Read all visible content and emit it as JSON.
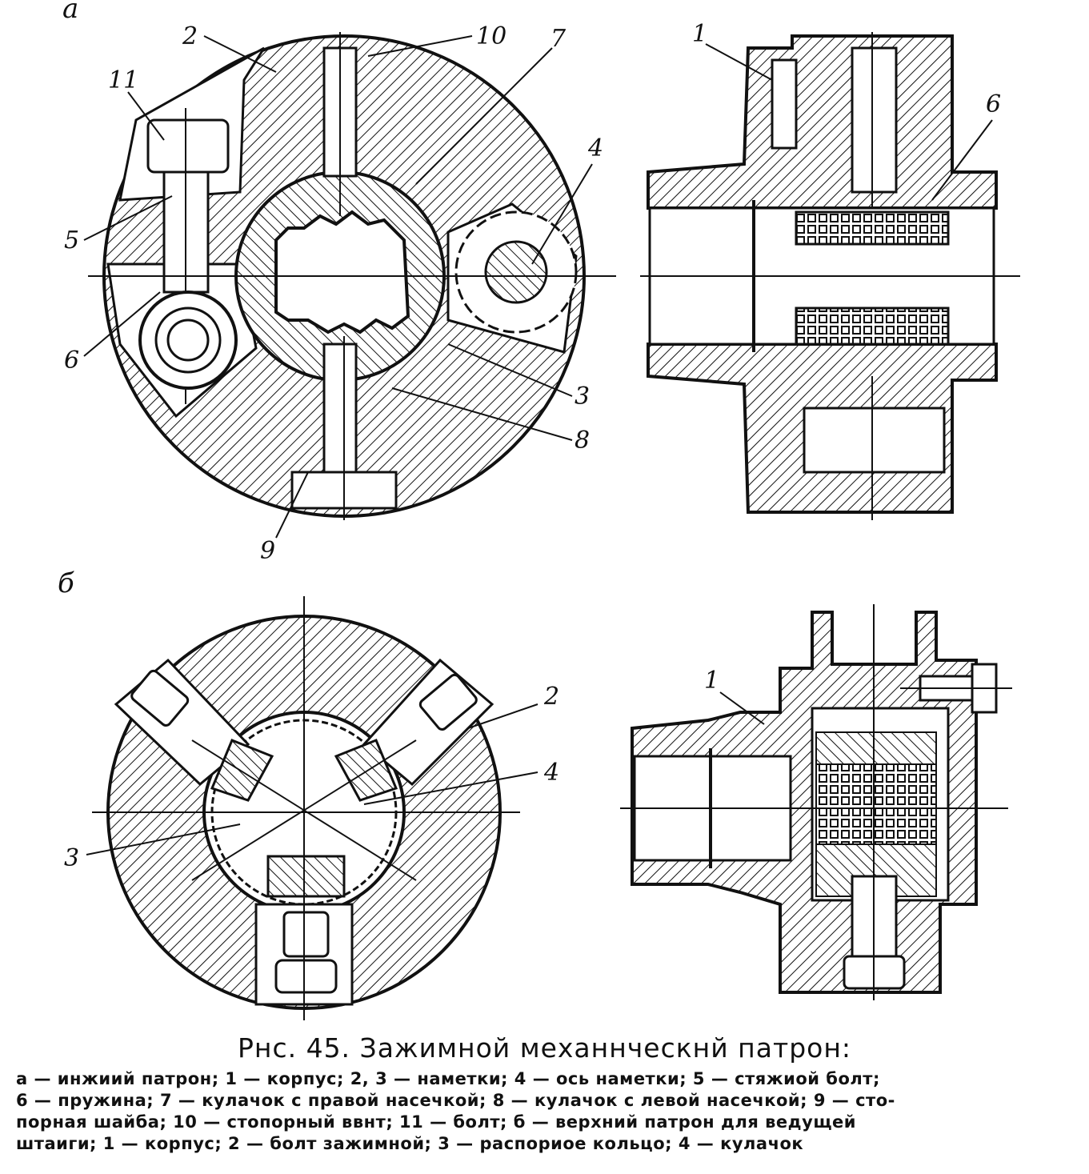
{
  "panels": {
    "a": "а",
    "b": "б"
  },
  "top_left_labels": {
    "n2": "2",
    "n10": "10",
    "n7": "7",
    "n11": "11",
    "n4": "4",
    "n5": "5",
    "n6": "6",
    "n3": "3",
    "n8": "8",
    "n9": "9"
  },
  "top_right_labels": {
    "n1": "1",
    "n6": "6"
  },
  "bottom_left_labels": {
    "n2": "2",
    "n4": "4",
    "n3": "3"
  },
  "bottom_right_labels": {
    "n1": "1"
  },
  "caption": {
    "title": "Рнс. 45. Зажимной механнческнй патрон:",
    "line1": "а — инжиий патрон; 1 — корпус; 2, 3 — наметки; 4 — ось наметки; 5 — стяжиой болт;",
    "line2": "6 — пружина; 7 — кулачок с правой насечкой; 8 — кулачок с левой насечкой; 9 — сто-",
    "line3": "порная шайба; 10 — стопорный ввнт; 11 — болт; б — верхний патрон для ведущей",
    "line4": "штаиги; 1 — корпус; 2 — болт зажимной; 3 — распориое кольцо; 4 — кулачок"
  }
}
